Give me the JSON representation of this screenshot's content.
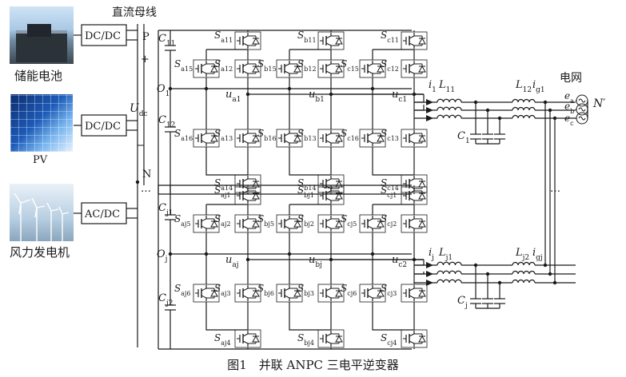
{
  "sources": [
    {
      "label": "储能电池",
      "converter": "DC/DC",
      "image": "battery-storage-photo"
    },
    {
      "label": "PV",
      "converter": "DC/DC",
      "image": "solar-panel-photo"
    },
    {
      "label": "风力发电机",
      "converter": "AC/DC",
      "image": "wind-turbine-photo"
    }
  ],
  "bus": {
    "title": "直流母线",
    "p": "P",
    "n": "N",
    "plus": "+",
    "minus": "−",
    "voltage": "U",
    "voltage_sub": "dc",
    "dots": "…"
  },
  "upper": {
    "c_top": [
      "C",
      "11"
    ],
    "c_bot": [
      "C",
      "12"
    ],
    "o": [
      "O",
      "1"
    ],
    "phases": [
      {
        "s1": [
          "S",
          "a11"
        ],
        "s2": [
          "S",
          "a12"
        ],
        "s3": [
          "S",
          "a13"
        ],
        "s4": [
          "S",
          "a14"
        ],
        "s5": [
          "S",
          "a15"
        ],
        "s6": [
          "S",
          "a16"
        ],
        "u": [
          "u",
          "a1"
        ]
      },
      {
        "s1": [
          "S",
          "b11"
        ],
        "s2": [
          "S",
          "b12"
        ],
        "s3": [
          "S",
          "b13"
        ],
        "s4": [
          "S",
          "b14"
        ],
        "s5": [
          "S",
          "b15"
        ],
        "s6": [
          "S",
          "b16"
        ],
        "u": [
          "u",
          "b1"
        ]
      },
      {
        "s1": [
          "S",
          "c11"
        ],
        "s2": [
          "S",
          "c12"
        ],
        "s3": [
          "S",
          "c13"
        ],
        "s4": [
          "S",
          "c14"
        ],
        "s5": [
          "S",
          "c15"
        ],
        "s6": [
          "S",
          "c16"
        ],
        "u": [
          "u",
          "c1"
        ]
      }
    ],
    "i": [
      "i",
      "1"
    ],
    "L": [
      "L",
      "11"
    ],
    "L2": [
      "L",
      "12"
    ],
    "ig": [
      "i",
      "g1"
    ],
    "C": [
      "C",
      "1"
    ]
  },
  "lower": {
    "c_top": [
      "C",
      "j1"
    ],
    "c_bot": [
      "C",
      "j2"
    ],
    "o": [
      "O",
      "j"
    ],
    "phases": [
      {
        "s1": [
          "S",
          "aj1"
        ],
        "s2": [
          "S",
          "aj2"
        ],
        "s3": [
          "S",
          "aj3"
        ],
        "s4": [
          "S",
          "aj4"
        ],
        "s5": [
          "S",
          "aj5"
        ],
        "s6": [
          "S",
          "aj6"
        ],
        "u": [
          "u",
          "aj"
        ]
      },
      {
        "s1": [
          "S",
          "bj1"
        ],
        "s2": [
          "S",
          "bj2"
        ],
        "s3": [
          "S",
          "bj3"
        ],
        "s4": [
          "S",
          "bj4"
        ],
        "s5": [
          "S",
          "bj5"
        ],
        "s6": [
          "S",
          "bj6"
        ],
        "u": [
          "u",
          "bj"
        ]
      },
      {
        "s1": [
          "S",
          "cj1"
        ],
        "s2": [
          "S",
          "cj2"
        ],
        "s3": [
          "S",
          "cj3"
        ],
        "s4": [
          "S",
          "cj4"
        ],
        "s5": [
          "S",
          "cj5"
        ],
        "s6": [
          "S",
          "cj6"
        ],
        "u": [
          "u",
          "c2"
        ]
      }
    ],
    "i": [
      "i",
      "j"
    ],
    "L": [
      "L",
      "j1"
    ],
    "L2": [
      "L",
      "j2"
    ],
    "ig": [
      "i",
      "gj"
    ],
    "C": [
      "C",
      "j"
    ]
  },
  "grid": {
    "title": "电网",
    "ea": [
      "e",
      "a"
    ],
    "eb": [
      "e",
      "b"
    ],
    "ec": [
      "e",
      "c"
    ],
    "neutral": "N′",
    "dots": "…"
  },
  "caption": "图1　并联 ANPC 三电平逆变器"
}
